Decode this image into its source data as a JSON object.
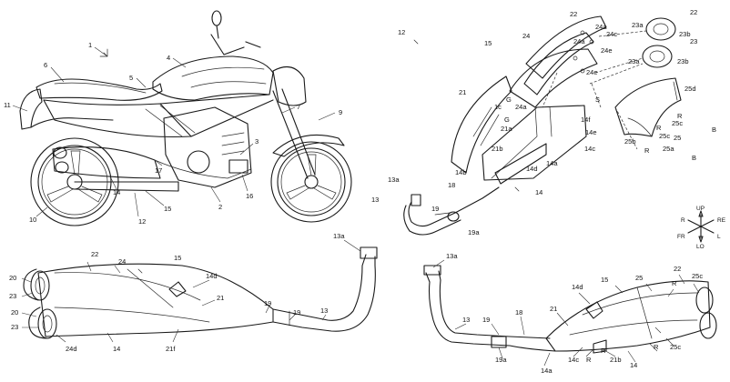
{
  "figure_motorcycle": {
    "labels": [
      "1",
      "6",
      "4",
      "5",
      "11",
      "7",
      "9",
      "3",
      "2",
      "16",
      "17",
      "15",
      "14",
      "12",
      "10"
    ]
  },
  "figure_exploded": {
    "labels": [
      "12",
      "22",
      "24",
      "24a",
      "24c",
      "24e",
      "24a",
      "24e",
      "22",
      "23a",
      "23b",
      "23",
      "23a",
      "23b",
      "15",
      "25d",
      "21",
      "1c",
      "24a",
      "G",
      "G",
      "21a",
      "14f",
      "R",
      "25c",
      "R",
      "25",
      "B",
      "14e",
      "14c",
      "S",
      "21b",
      "14a",
      "14d",
      "14b",
      "14",
      "25b",
      "25c",
      "R",
      "25a",
      "B",
      "13a",
      "13",
      "18",
      "19",
      "19a"
    ]
  },
  "figure_muffler_left": {
    "labels": [
      "22",
      "24",
      "15",
      "14d",
      "20",
      "23",
      "21",
      "20",
      "23",
      "19",
      "19",
      "13",
      "13a",
      "24d",
      "14",
      "21f"
    ]
  },
  "figure_muffler_right": {
    "labels": [
      "13a",
      "14d",
      "15",
      "25",
      "22",
      "R",
      "25c",
      "13",
      "19",
      "18",
      "21",
      "R",
      "25c",
      "19a",
      "14c",
      "R",
      "21b",
      "14",
      "14a",
      "R"
    ]
  },
  "direction_compass": {
    "up": "UP",
    "lo": "LO",
    "fr": "FR",
    "re": "RE",
    "r": "R",
    "l": "L"
  }
}
